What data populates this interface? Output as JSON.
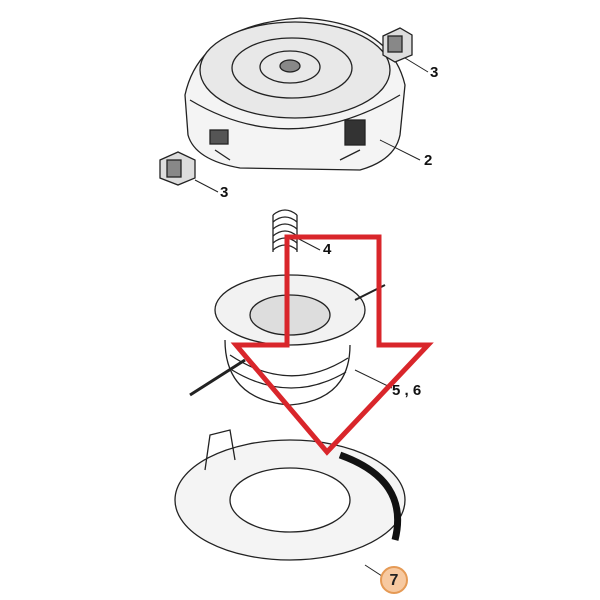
{
  "diagram": {
    "callouts": [
      {
        "id": "part-3-right",
        "label": "3"
      },
      {
        "id": "part-2",
        "label": "2"
      },
      {
        "id": "part-3-left",
        "label": "3"
      },
      {
        "id": "part-4",
        "label": "4"
      },
      {
        "id": "part-5-6",
        "label": "5 , 6"
      },
      {
        "id": "part-7",
        "label": "7"
      }
    ],
    "highlight_color": "#d9262b",
    "badge_color": "#f7c9a0"
  }
}
